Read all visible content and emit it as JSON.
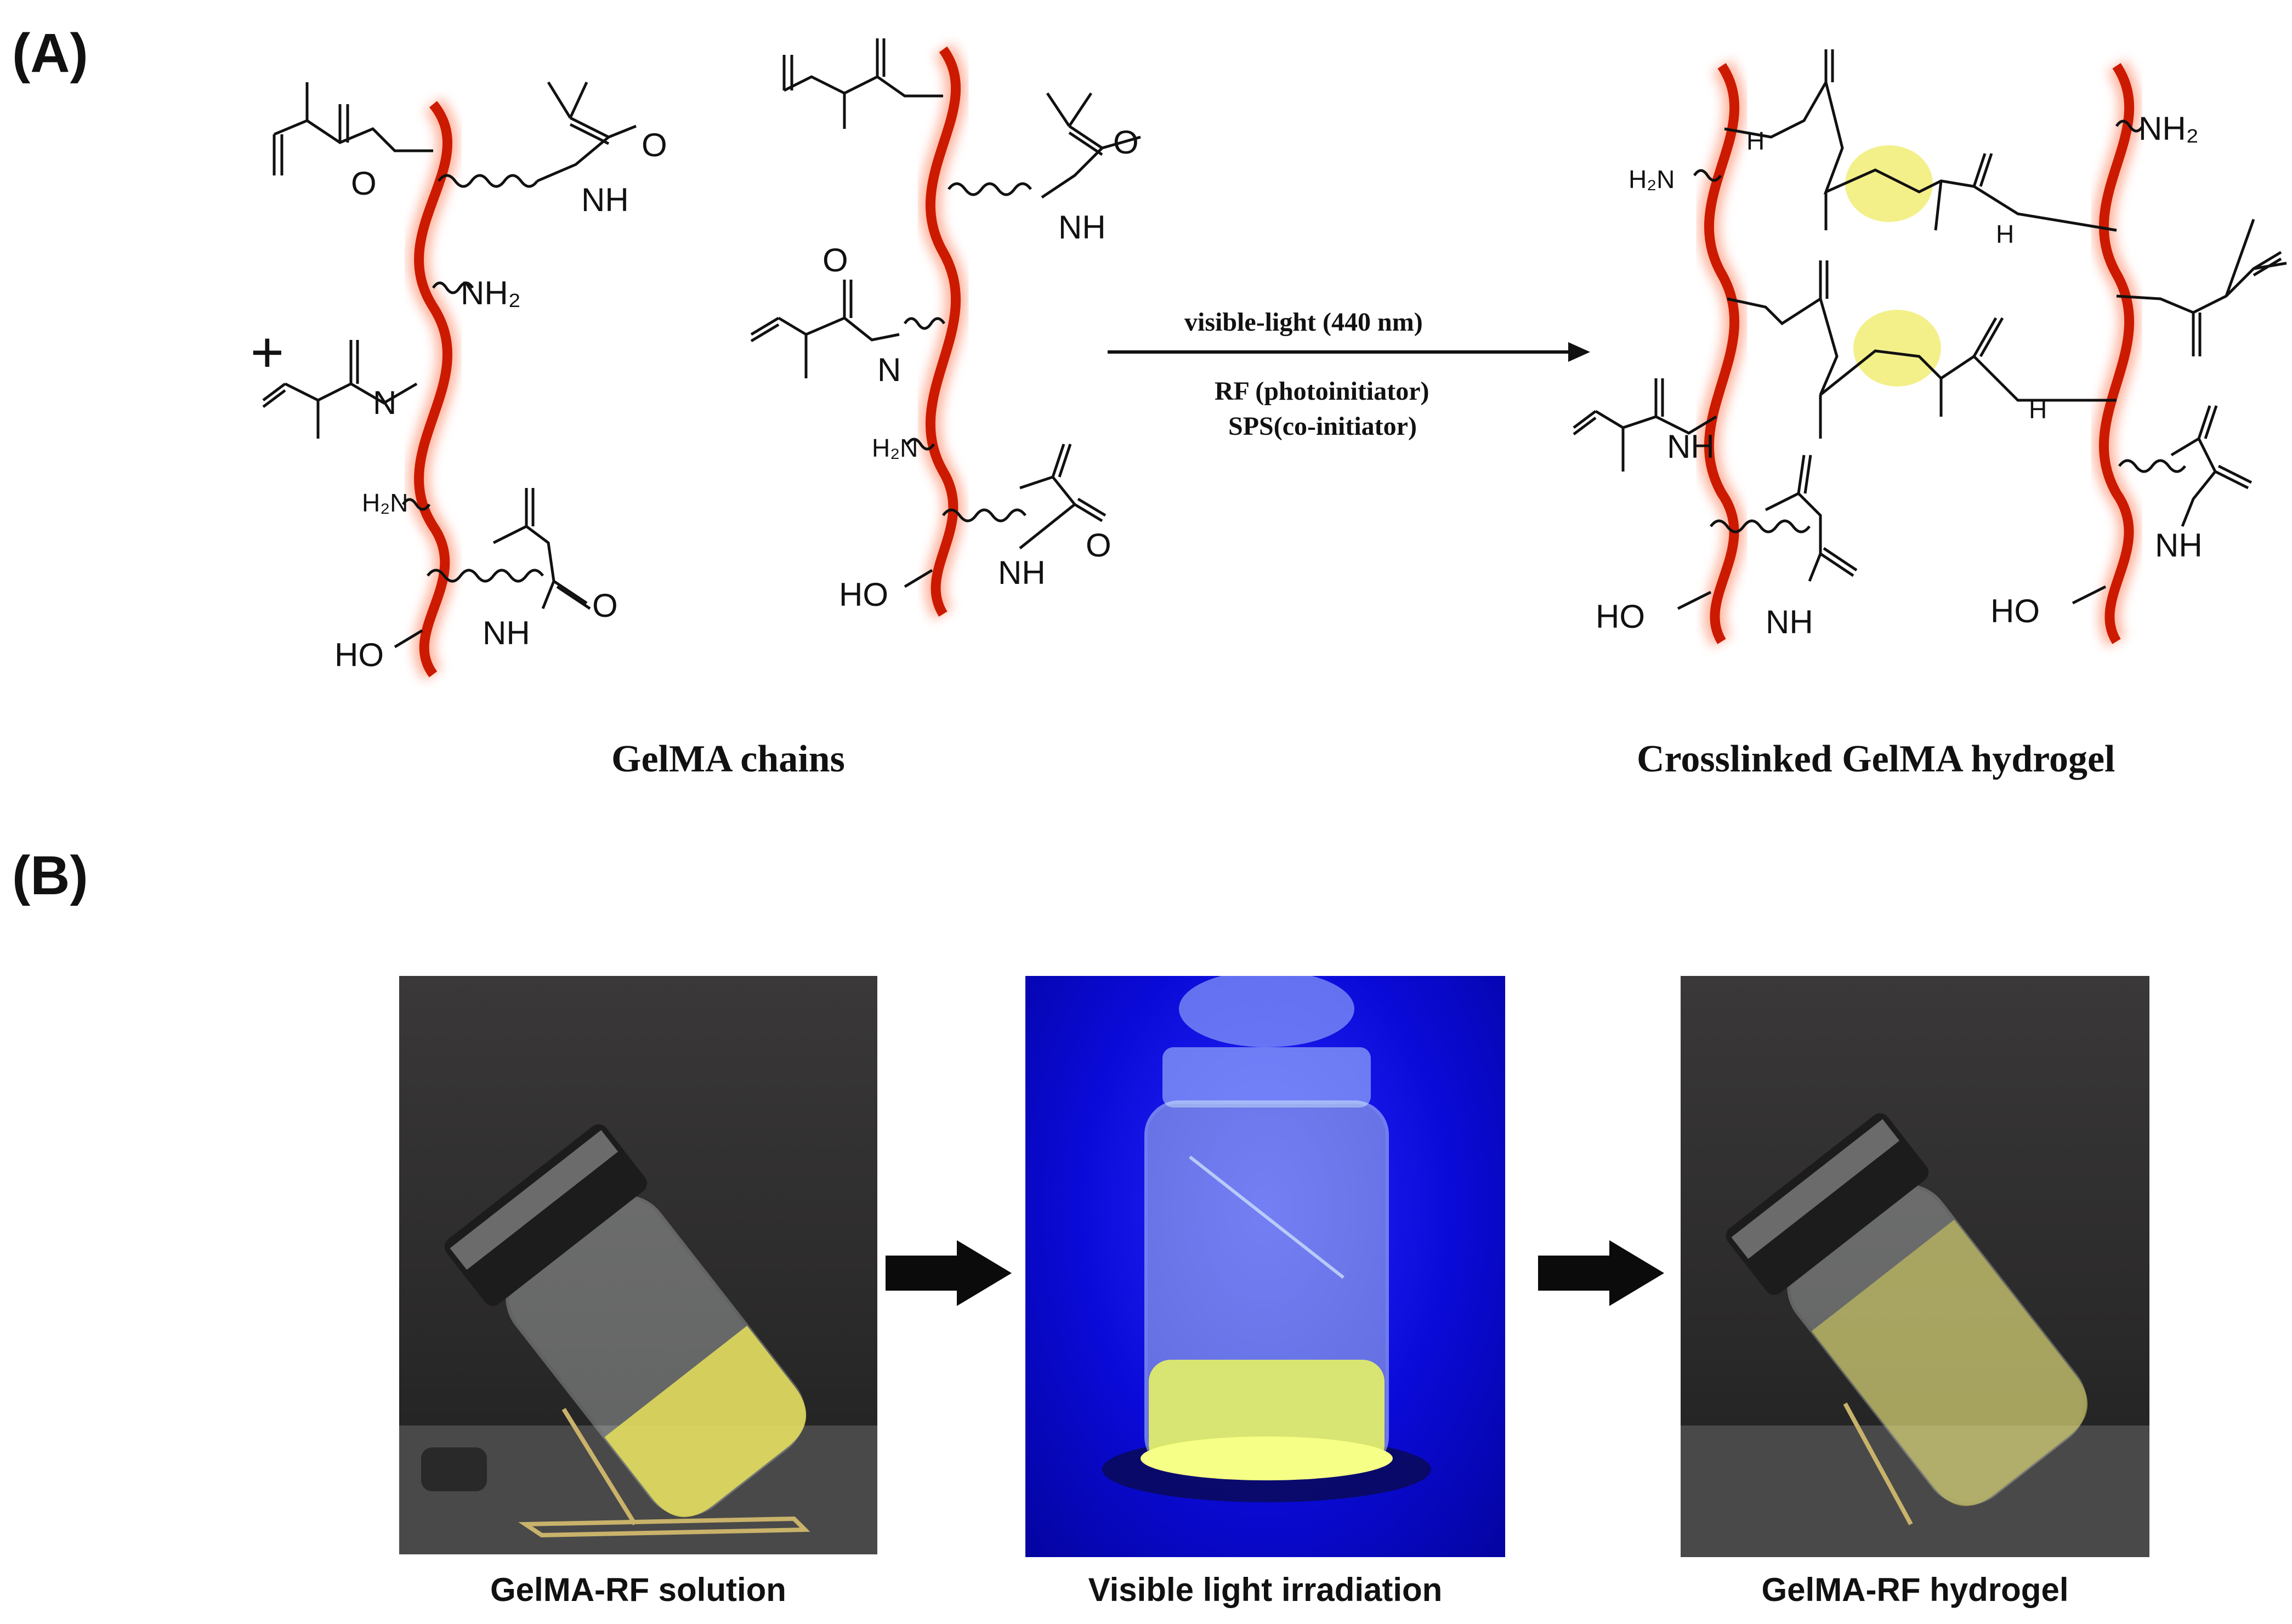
{
  "panel_a": {
    "label": "(A)",
    "plus_sign": "+",
    "reaction": {
      "condition_top": "visible-light  (440 nm)",
      "condition_1": "RF (photoinitiator)",
      "condition_2": "SPS(co-initiator)"
    },
    "left_caption": "GelMA chains",
    "right_caption": "Crosslinked GelMA hydrogel",
    "groups": {
      "nh2": "NH₂",
      "h2n": "H₂N",
      "ho": "HO",
      "o": "O",
      "nh": "NH",
      "n": "N",
      "h": "H"
    },
    "colors": {
      "chain": "#cc1a00",
      "chain_glow": "#ff7a55",
      "crosslink_highlight": "#f3f08a"
    }
  },
  "panel_b": {
    "label": "(B)",
    "photos": [
      {
        "caption": "GelMA-RF solution",
        "kind": "vial-tilted-yellow-liquid"
      },
      {
        "caption": "Visible light irradiation",
        "kind": "vial-upright-blue-light"
      },
      {
        "caption": "GelMA-RF hydrogel",
        "kind": "vial-tilted-yellow-gel"
      }
    ],
    "arrow_icon": "right-arrow-icon"
  }
}
